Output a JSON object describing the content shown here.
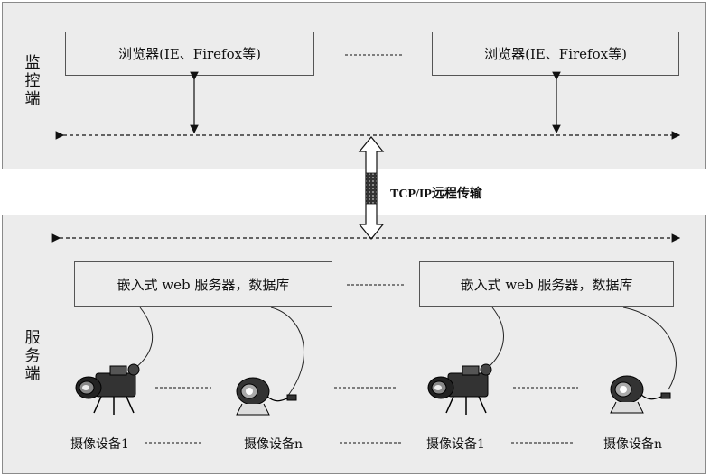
{
  "monitor": {
    "label": "监\n控\n端",
    "browser1": "浏览器(IE、Firefox等)",
    "browser2": "浏览器(IE、Firefox等)"
  },
  "link": {
    "label": "TCP/IP远程传输"
  },
  "server": {
    "label": "服\n务\n端",
    "web1": "嵌入式 web 服务器，数据库",
    "web2": "嵌入式 web 服务器，数据库",
    "devices": [
      "摄像设备1",
      "摄像设备n",
      "摄像设备1",
      "摄像设备n"
    ]
  },
  "icons": {
    "camcorder": "video-camera-icon",
    "webcam": "webcam-icon"
  }
}
